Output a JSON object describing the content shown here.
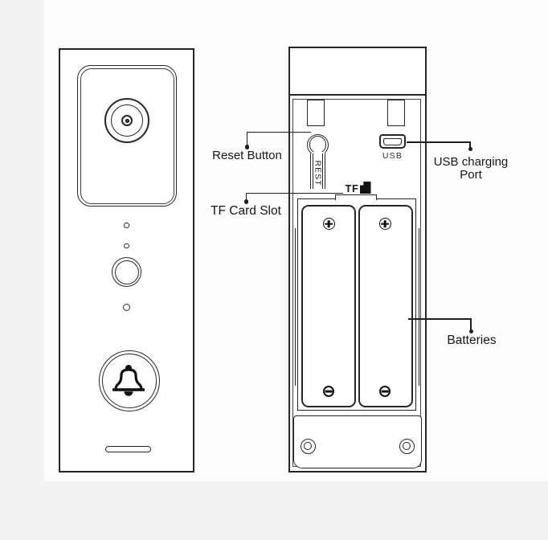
{
  "labels": {
    "reset_button": "Reset Button",
    "tf_card_slot": "TF Card Slot",
    "usb_charging_line1": "USB charging",
    "usb_charging_line2": "Port",
    "batteries": "Batteries"
  },
  "engravings": {
    "reset_pin": "REST",
    "usb_port": "USB",
    "tf_slot": "TF"
  },
  "colors": {
    "ink": "#1f1f1f",
    "background": "#ffffff",
    "page_edge": "#f2f2f2"
  }
}
